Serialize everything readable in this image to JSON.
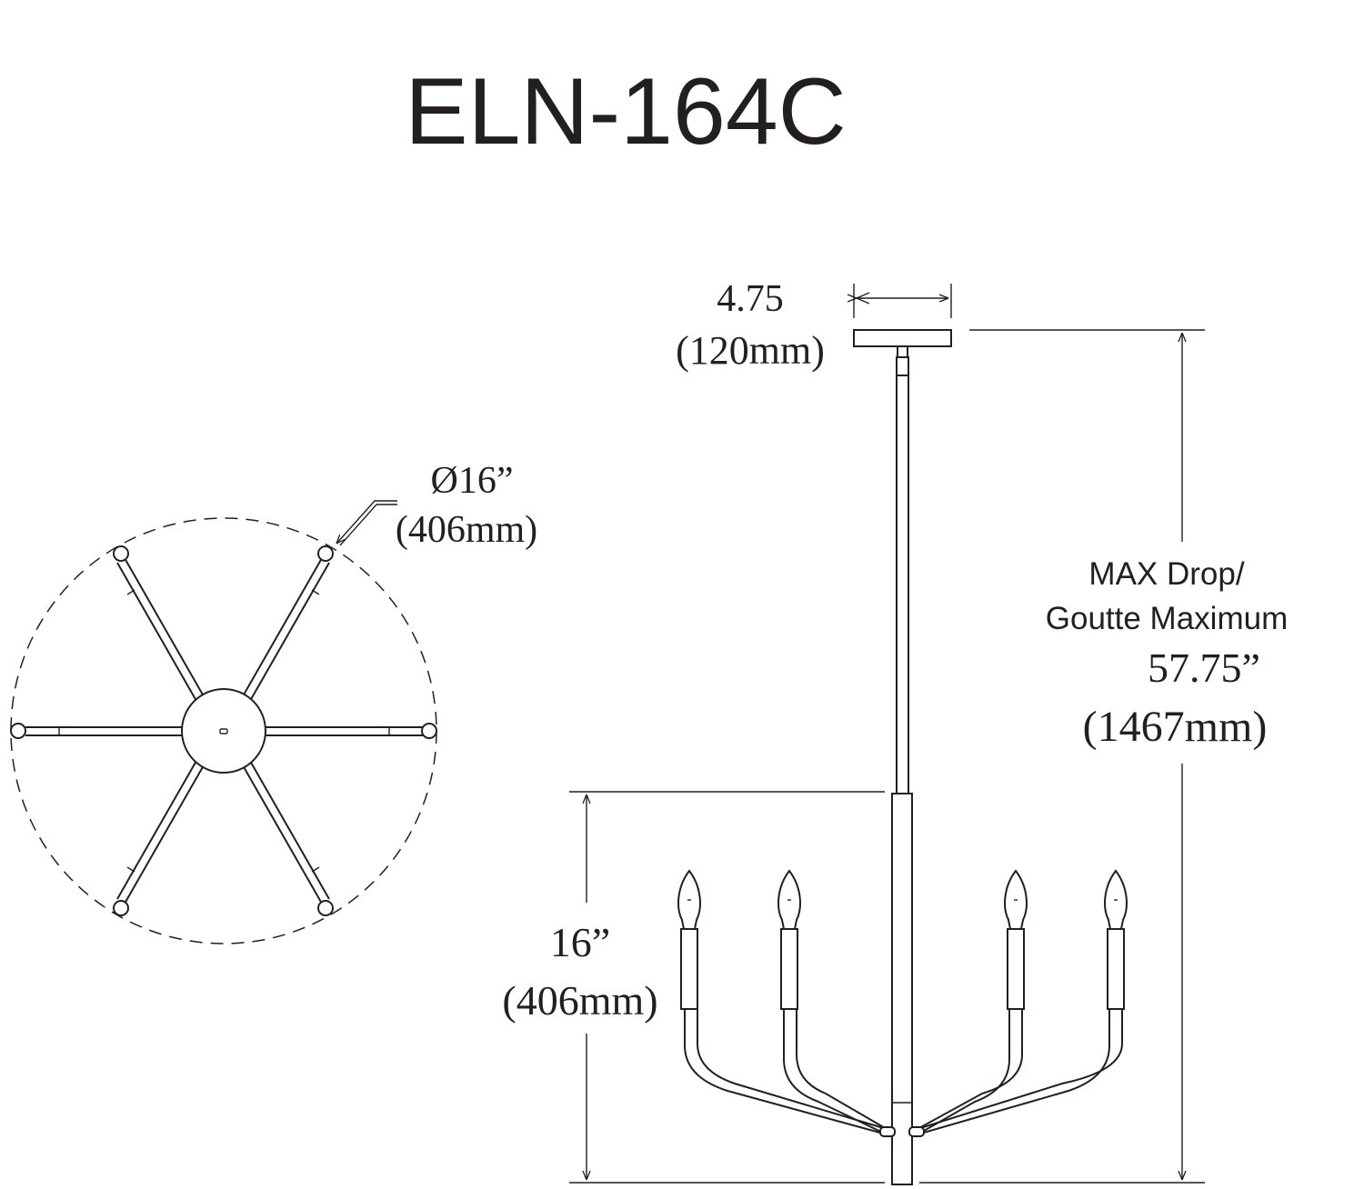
{
  "title": "ELN-164C",
  "top_view": {
    "diameter_in": "Ø16”",
    "diameter_mm": "(406mm)"
  },
  "canopy": {
    "width_in": "4.75",
    "width_mm": "(120mm)"
  },
  "body": {
    "height_in": "16”",
    "height_mm": "(406mm)"
  },
  "max_drop": {
    "label_line1": "MAX Drop/",
    "label_line2": "Goutte Maximum",
    "value_in": "57.75”",
    "value_mm": "(1467mm)"
  },
  "colors": {
    "ink": "#231f20",
    "background": "#ffffff"
  }
}
